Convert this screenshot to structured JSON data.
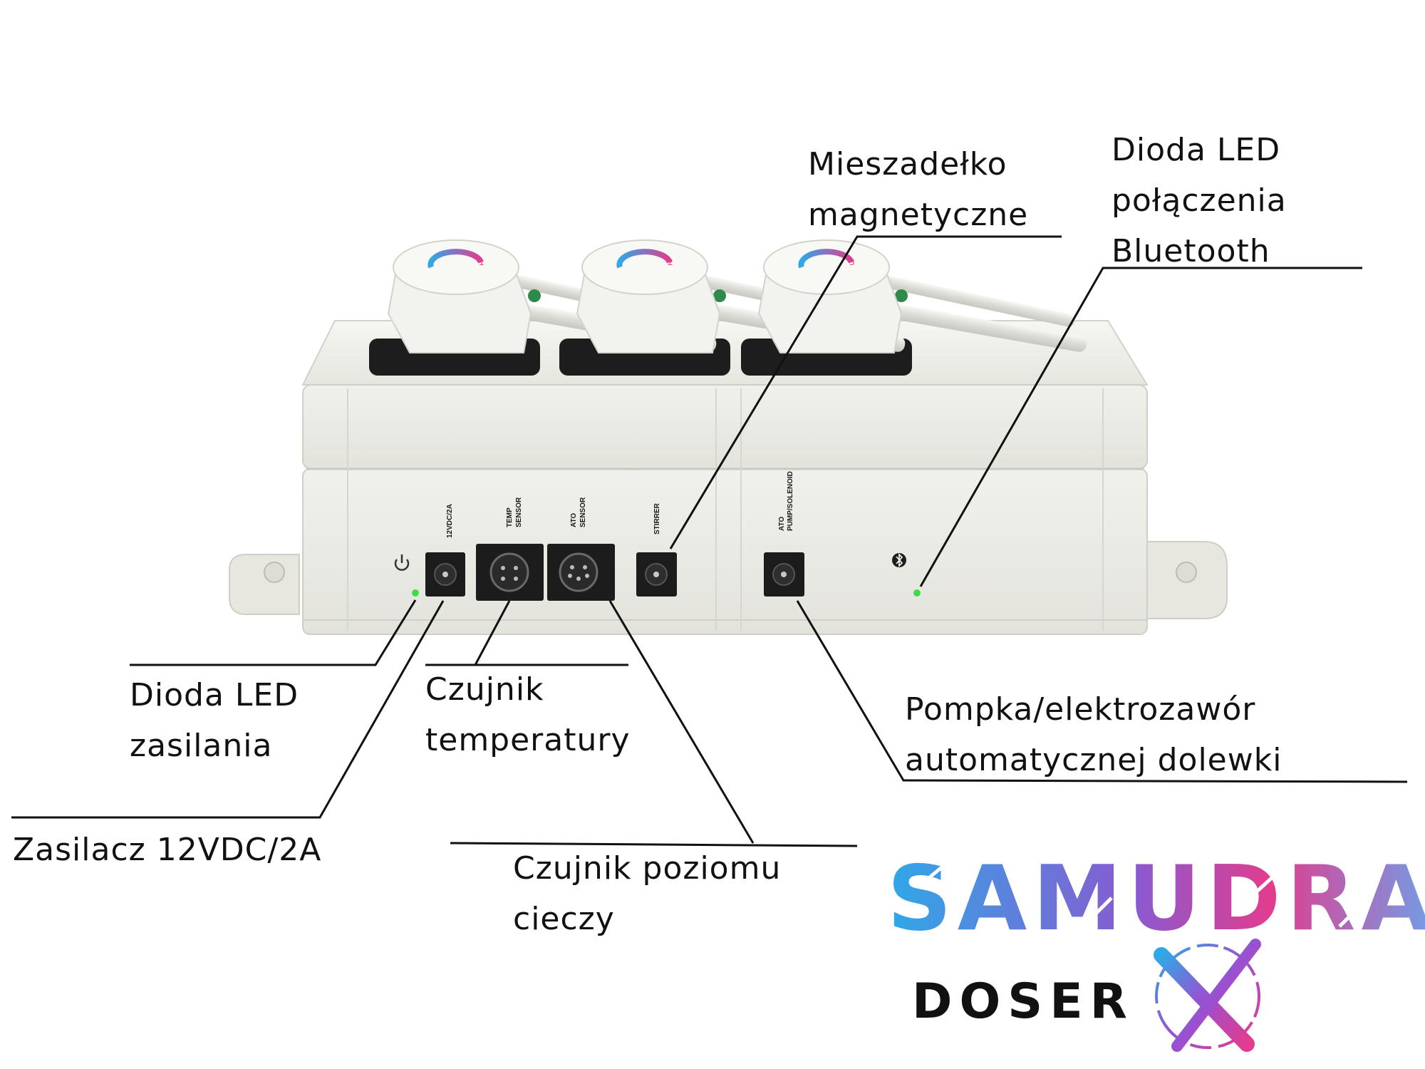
{
  "callouts": {
    "stirrer": [
      "Mieszadełko",
      "magnetyczne"
    ],
    "bt_led": [
      "Dioda LED",
      "połączenia",
      "Bluetooth"
    ],
    "power_led": [
      "Dioda LED",
      "zasilania"
    ],
    "temp_sensor": [
      "Czujnik",
      "temperatury"
    ],
    "power_supply": [
      "Zasilacz 12VDC/2A"
    ],
    "level_sensor": [
      "Czujnik poziomu",
      "cieczy"
    ],
    "ato_pump": [
      "Pompka/elektrozawór",
      "automatycznej dolewki"
    ]
  },
  "device_labels": {
    "power_jack": "12VDC/2A",
    "temp_sensor": [
      "TEMP",
      "SENSOR"
    ],
    "ato_sensor": [
      "ATO",
      "SENSOR"
    ],
    "stirrer": "STIRRER",
    "ato_pump": [
      "ATO",
      "PUMP/SOLENOID"
    ]
  },
  "icons": [
    "power-icon",
    "bluetooth-icon"
  ],
  "pump_numbers": [
    "1",
    "2",
    "3"
  ],
  "logo": {
    "brand": "SAMUDRA",
    "product": "DOSER",
    "mark": "X"
  },
  "colors": {
    "led_green": "#3fdc4a",
    "brand_blue": "#2fa8e8",
    "brand_pink": "#e23c8e",
    "housing": "#e9e9e2",
    "text": "#111111"
  }
}
